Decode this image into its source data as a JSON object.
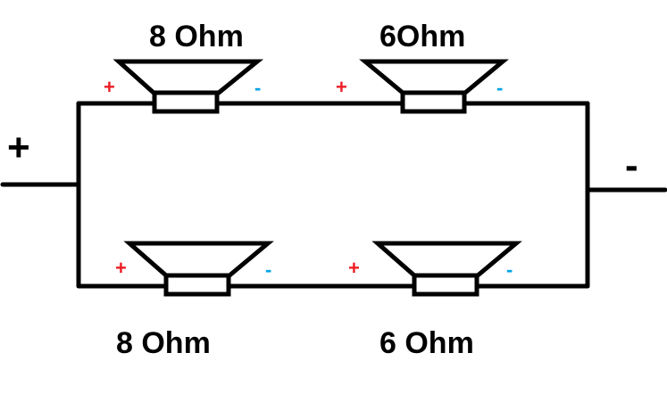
{
  "terminals": {
    "positive": "+",
    "negative": "-"
  },
  "speakers": [
    {
      "label": "8 Ohm",
      "plus": "+",
      "minus": "-"
    },
    {
      "label": "6Ohm",
      "plus": "+",
      "minus": "-"
    },
    {
      "label": "8 Ohm",
      "plus": "+",
      "minus": "-"
    },
    {
      "label": "6 Ohm",
      "plus": "+",
      "minus": "-"
    }
  ],
  "colors": {
    "positive": "#ed1c24",
    "negative": "#00a2e8",
    "wire": "#000000"
  }
}
